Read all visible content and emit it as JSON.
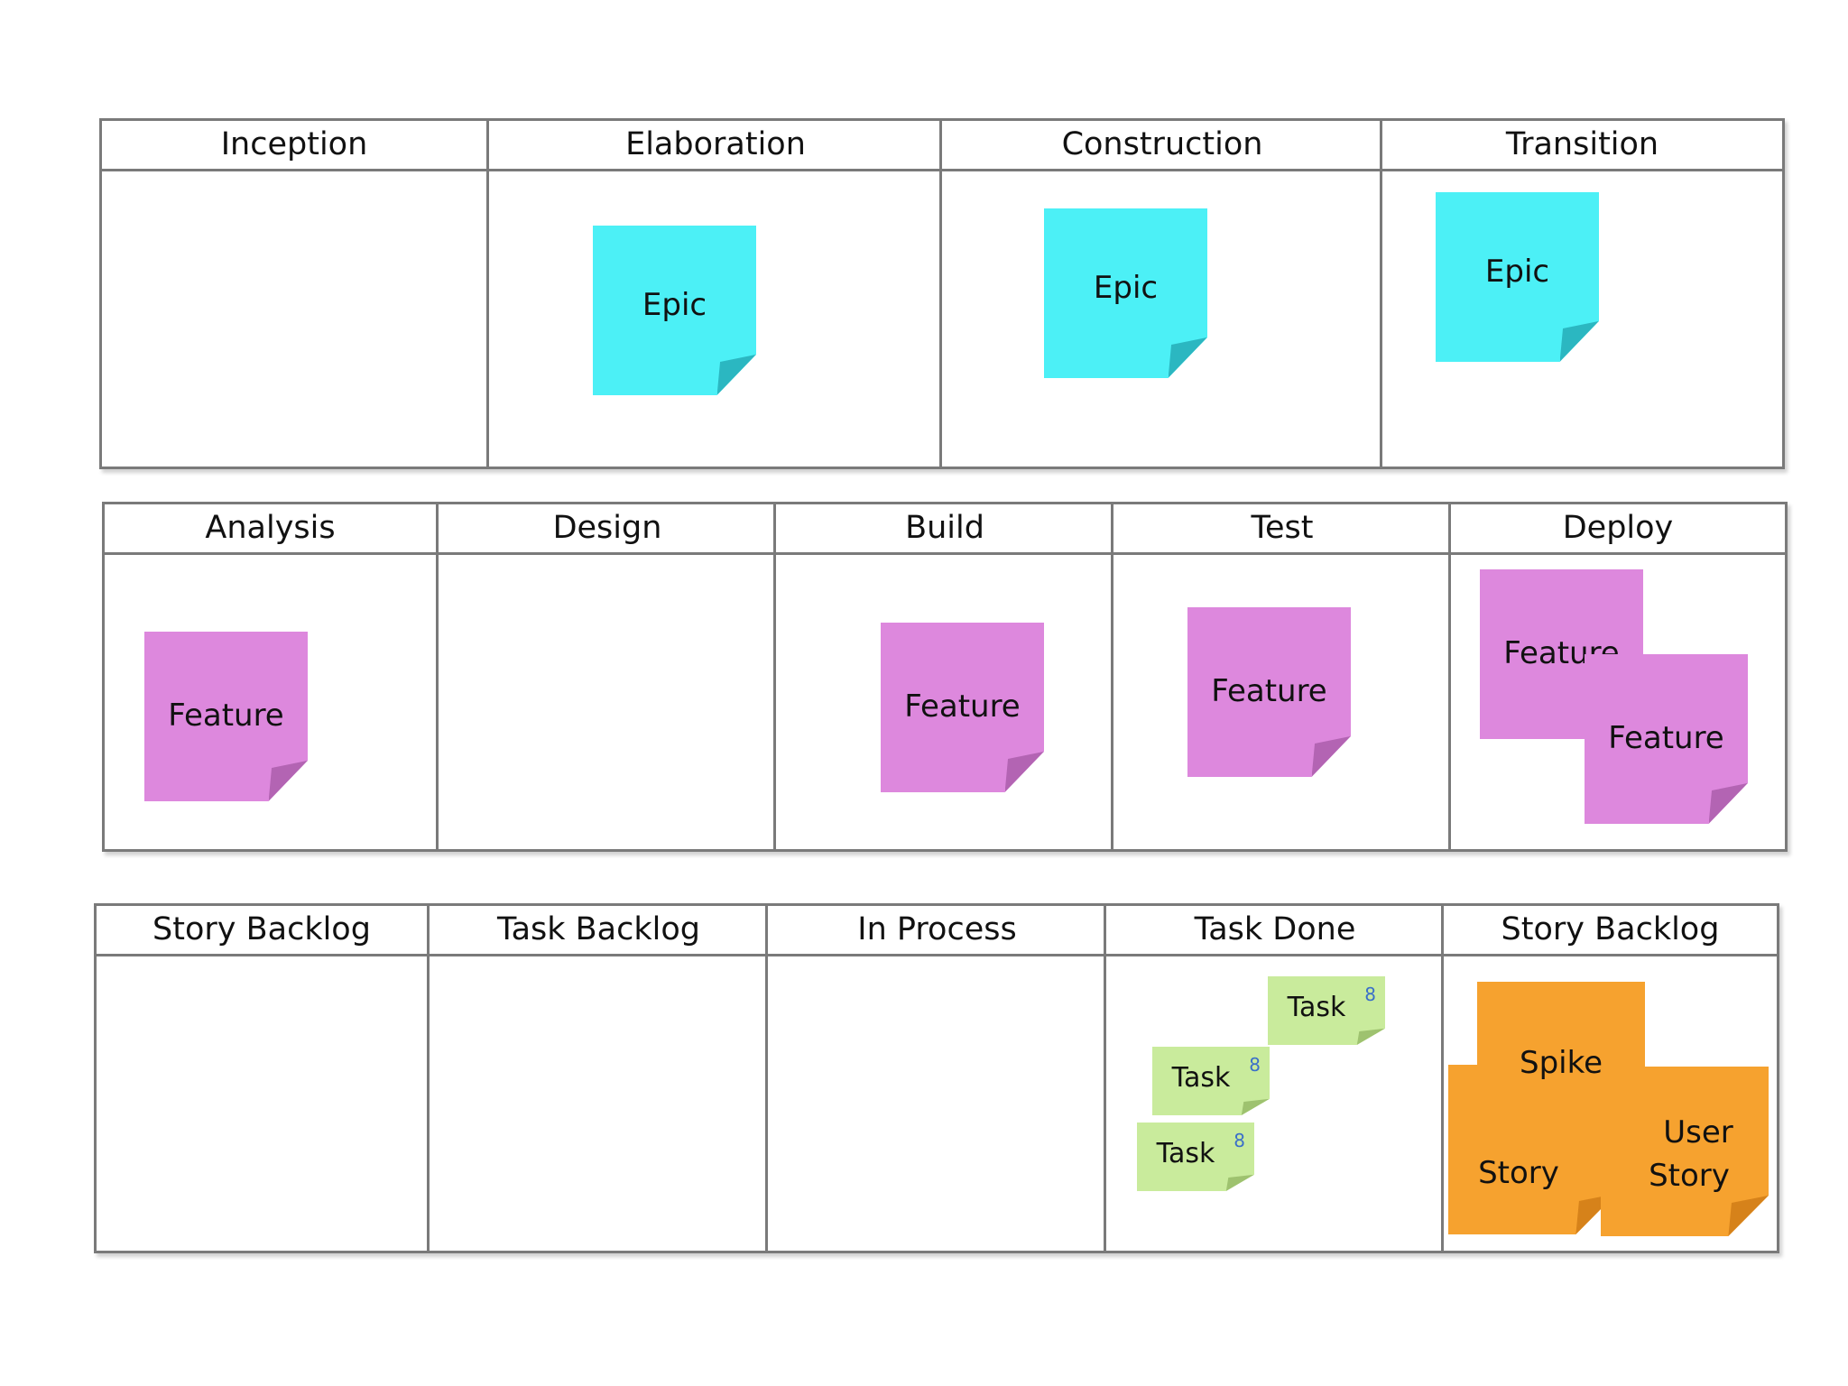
{
  "colors": {
    "epic": "#4cf0f6",
    "feature": "#dd88dd",
    "task": "#c9eb9c",
    "story": "#f6a22f",
    "grid": "#7a7a7a"
  },
  "boards": {
    "phases": {
      "columns": [
        "Inception",
        "Elaboration",
        "Construction",
        "Transition"
      ],
      "notes": {
        "elaboration": "Epic",
        "construction": "Epic",
        "transition": "Epic"
      }
    },
    "workflow": {
      "columns": [
        "Analysis",
        "Design",
        "Build",
        "Test",
        "Deploy"
      ],
      "notes": {
        "analysis": "Feature",
        "build": "Feature",
        "test": "Feature",
        "deploy_back": "Feature",
        "deploy_front": "Feature"
      }
    },
    "tasks": {
      "columns": [
        "Story Backlog",
        "Task Backlog",
        "In Process",
        "Task Done",
        "Story Backlog"
      ],
      "notes": {
        "task_1": {
          "label": "Task",
          "badge": "8"
        },
        "task_2": {
          "label": "Task",
          "badge": "8"
        },
        "task_3": {
          "label": "Task",
          "badge": "8"
        },
        "story_back": "Story",
        "spike": "Spike",
        "user_story_line1": "User",
        "user_story_line2": "Story"
      }
    }
  }
}
